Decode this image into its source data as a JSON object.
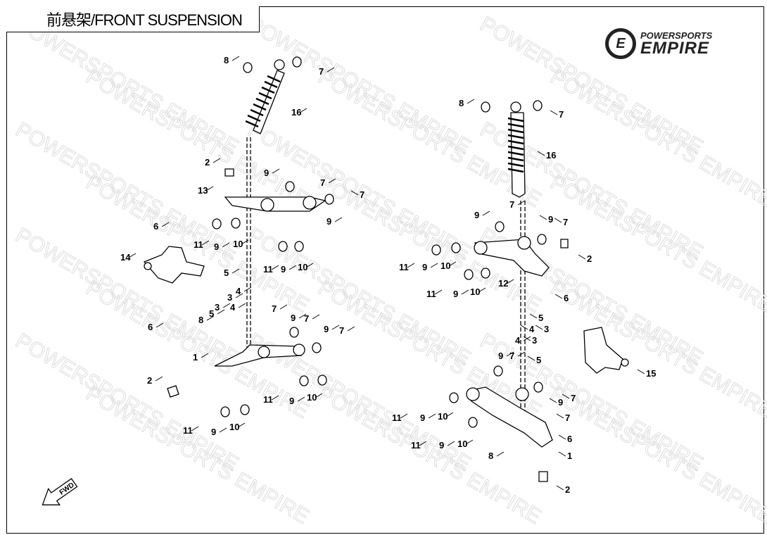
{
  "title": "前悬架/FRONT SUSPENSION",
  "logo": {
    "line1": "POWERSPORTS",
    "line2": "EMPIRE"
  },
  "watermark": "POWERSPORTS EMPIRE",
  "fwd_label": "FWD",
  "callouts_left": [
    "8",
    "7",
    "16",
    "2",
    "9",
    "7",
    "13",
    "7",
    "9",
    "6",
    "11",
    "9",
    "10",
    "11",
    "9",
    "10",
    "14",
    "5",
    "4",
    "3",
    "3",
    "4",
    "5",
    "6",
    "8",
    "7",
    "9",
    "7",
    "9",
    "7",
    "1",
    "2",
    "11",
    "9",
    "10",
    "11",
    "9",
    "10"
  ],
  "callouts_right": [
    "8",
    "7",
    "16",
    "9",
    "7",
    "9",
    "7",
    "2",
    "11",
    "9",
    "10",
    "11",
    "9",
    "10",
    "12",
    "6",
    "5",
    "4",
    "3",
    "3",
    "4",
    "5",
    "15",
    "9",
    "7",
    "11",
    "9",
    "10",
    "7",
    "9",
    "7",
    "11",
    "9",
    "10",
    "6",
    "8",
    "1",
    "2"
  ]
}
